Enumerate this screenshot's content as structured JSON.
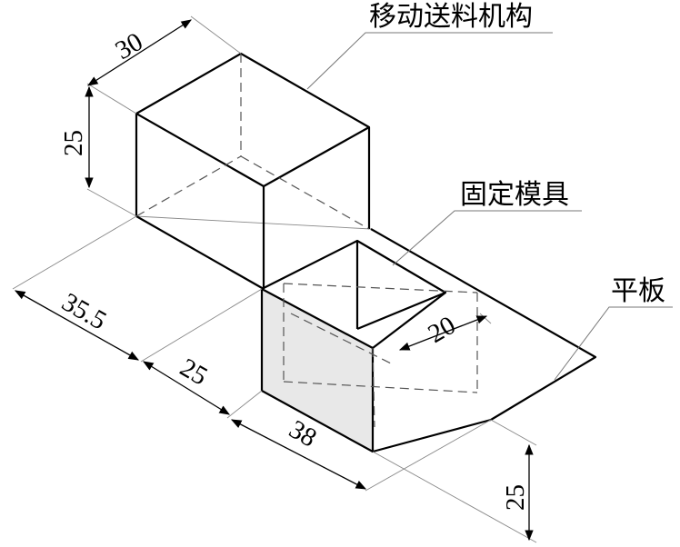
{
  "labels": {
    "moving_mechanism": "移动送料机构",
    "fixed_die": "固定模具",
    "plate": "平板"
  },
  "dimensions": {
    "top_width": "30",
    "top_height": "25",
    "left_length": "35.5",
    "offset": "25",
    "front_length": "38",
    "inner_width": "20",
    "die_height": "25"
  },
  "colors": {
    "line": "#000000",
    "hidden_line": "#555555",
    "extension_line": "#888888",
    "shade": "#e8e8e8"
  }
}
